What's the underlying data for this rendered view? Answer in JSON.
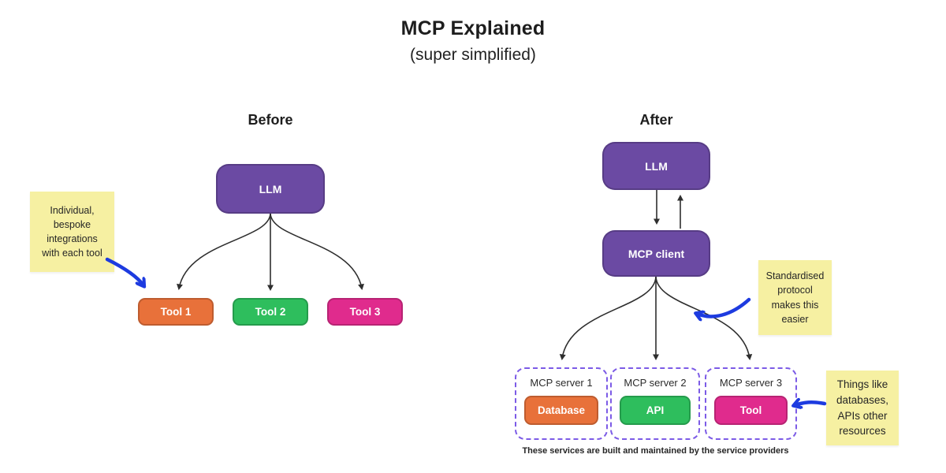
{
  "title": {
    "text": "MCP Explained",
    "subtitle": "(super simplified)"
  },
  "colors": {
    "purple": "#6B4AA3",
    "orange": "#E8713A",
    "green": "#2EBE5D",
    "pink": "#E02B8D",
    "sticky_yellow": "#F6F0A2",
    "annotation_blue": "#1D3BE0",
    "dashed_purple": "#7C5BE6",
    "arrow_dark": "#2E2E2E"
  },
  "before": {
    "heading": "Before",
    "llm": "LLM",
    "note": "Individual,\nbespoke\nintegrations\nwith each tool",
    "tools": [
      {
        "label": "Tool 1",
        "color": "#E8713A"
      },
      {
        "label": "Tool 2",
        "color": "#2EBE5D"
      },
      {
        "label": "Tool 3",
        "color": "#E02B8D"
      }
    ]
  },
  "after": {
    "heading": "After",
    "llm": "LLM",
    "client": "MCP client",
    "servers": [
      {
        "title": "MCP server 1",
        "item": "Database",
        "color": "#E8713A"
      },
      {
        "title": "MCP server 2",
        "item": "API",
        "color": "#2EBE5D"
      },
      {
        "title": "MCP server 3",
        "item": "Tool",
        "color": "#E02B8D"
      }
    ],
    "note_protocol": "Standardised\nprotocol\nmakes this\neasier",
    "note_resources": "Things like\ndatabases,\nAPIs other\nresources",
    "footer": "These services are built and maintained by the service providers"
  }
}
